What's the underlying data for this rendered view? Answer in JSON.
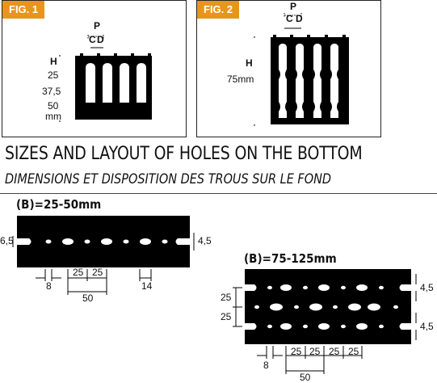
{
  "fig1": {
    "tag": "FIG. 1",
    "p": "P",
    "c": "C",
    "d": "D",
    "h": "H",
    "v1": "25",
    "v2": "37,5",
    "v3": "50",
    "unit": "mm"
  },
  "fig2": {
    "tag": "FIG. 2",
    "p": "P",
    "c": "C",
    "d": "D",
    "h": "H",
    "v1": "75mm"
  },
  "title_en": "SIZES AND LAYOUT OF HOLES ON THE BOTTOM",
  "title_fr": "DIMENSIONS ET DISPOSITION DES TROUS SUR LE FOND",
  "panel_a": {
    "label": "(B)=25-50mm",
    "left_dim": "6,5",
    "right_dim": "4,5",
    "d8": "8",
    "d25a": "25",
    "d25b": "25",
    "d50": "50",
    "d14": "14"
  },
  "panel_b": {
    "label": "(B)=75-125mm",
    "right_top": "4,5",
    "right_bottom": "4,5",
    "left_top": "25",
    "left_bottom": "25",
    "d8": "8",
    "d25a": "25",
    "d25b": "25",
    "d25c": "25",
    "d25d": "25",
    "d50": "50"
  },
  "colors": {
    "accent": "#e8951c",
    "ink": "#000000"
  }
}
